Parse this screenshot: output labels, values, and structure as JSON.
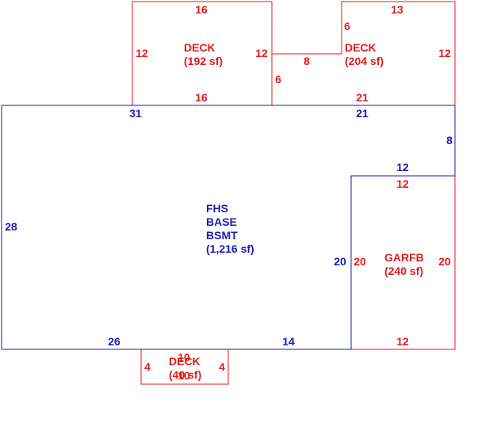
{
  "colors": {
    "deck": "#e41a1c",
    "house": "#1a1ab4",
    "background": "#ffffff"
  },
  "areas": {
    "deck_left": {
      "name": "DECK",
      "area": "(192 sf)",
      "top": "16",
      "left": "12",
      "right": "12",
      "bottom": "16"
    },
    "deck_right": {
      "name": "DECK",
      "area": "(204 sf)",
      "top": "13",
      "notch_v": "6",
      "notch_h": "8",
      "notch_v2": "6",
      "right": "12",
      "bottom": "21"
    },
    "house": {
      "name1": "FHS",
      "name2": "BASE",
      "name3": "BSMT",
      "area": "(1,216 sf)",
      "top_left": "31",
      "top_right": "21",
      "right_top": "8",
      "step": "12",
      "left": "28",
      "inner_v": "20",
      "bottom_left": "26",
      "bottom_right": "14"
    },
    "garage": {
      "name": "GARFB",
      "area": "(240 sf)",
      "top": "12",
      "left": "20",
      "right": "20",
      "bottom": "12"
    },
    "deck_bottom": {
      "name": "DECK",
      "area": "(40 sf)",
      "top": "10",
      "left": "4",
      "right": "4",
      "bottom": "10"
    }
  }
}
